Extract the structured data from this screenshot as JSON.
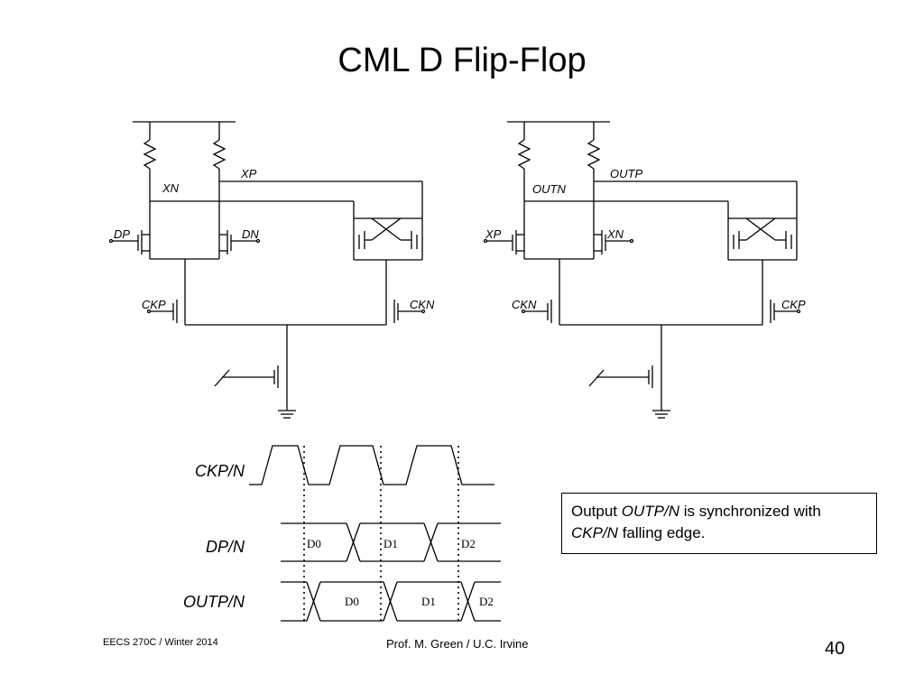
{
  "slide": {
    "title": "CML D Flip-Flop",
    "page_number": "40",
    "footer_left": "EECS 270C / Winter 2014",
    "footer_center": "Prof. M. Green / U.C. Irvine"
  },
  "circuit_left": {
    "node_xn": "XN",
    "node_xp": "XP",
    "input_dp": "DP",
    "input_dn": "DN",
    "clock_ckp": "CKP",
    "clock_ckn": "CKN"
  },
  "circuit_right": {
    "node_outn": "OUTN",
    "node_outp": "OUTP",
    "input_xp": "XP",
    "input_xn": "XN",
    "clock_ckn": "CKN",
    "clock_ckp": "CKP"
  },
  "timing": {
    "clock_label": "CKP/N",
    "data_label": "DP/N",
    "output_label": "OUTP/N",
    "data_values": [
      "D0",
      "D1",
      "D2"
    ],
    "output_values": [
      "D0",
      "D1",
      "D2"
    ]
  },
  "note": {
    "text_1": "Output ",
    "text_2": "OUTP/N",
    "text_3": " is synchronized with",
    "text_4": "CKP/N",
    "text_5": " falling edge."
  }
}
